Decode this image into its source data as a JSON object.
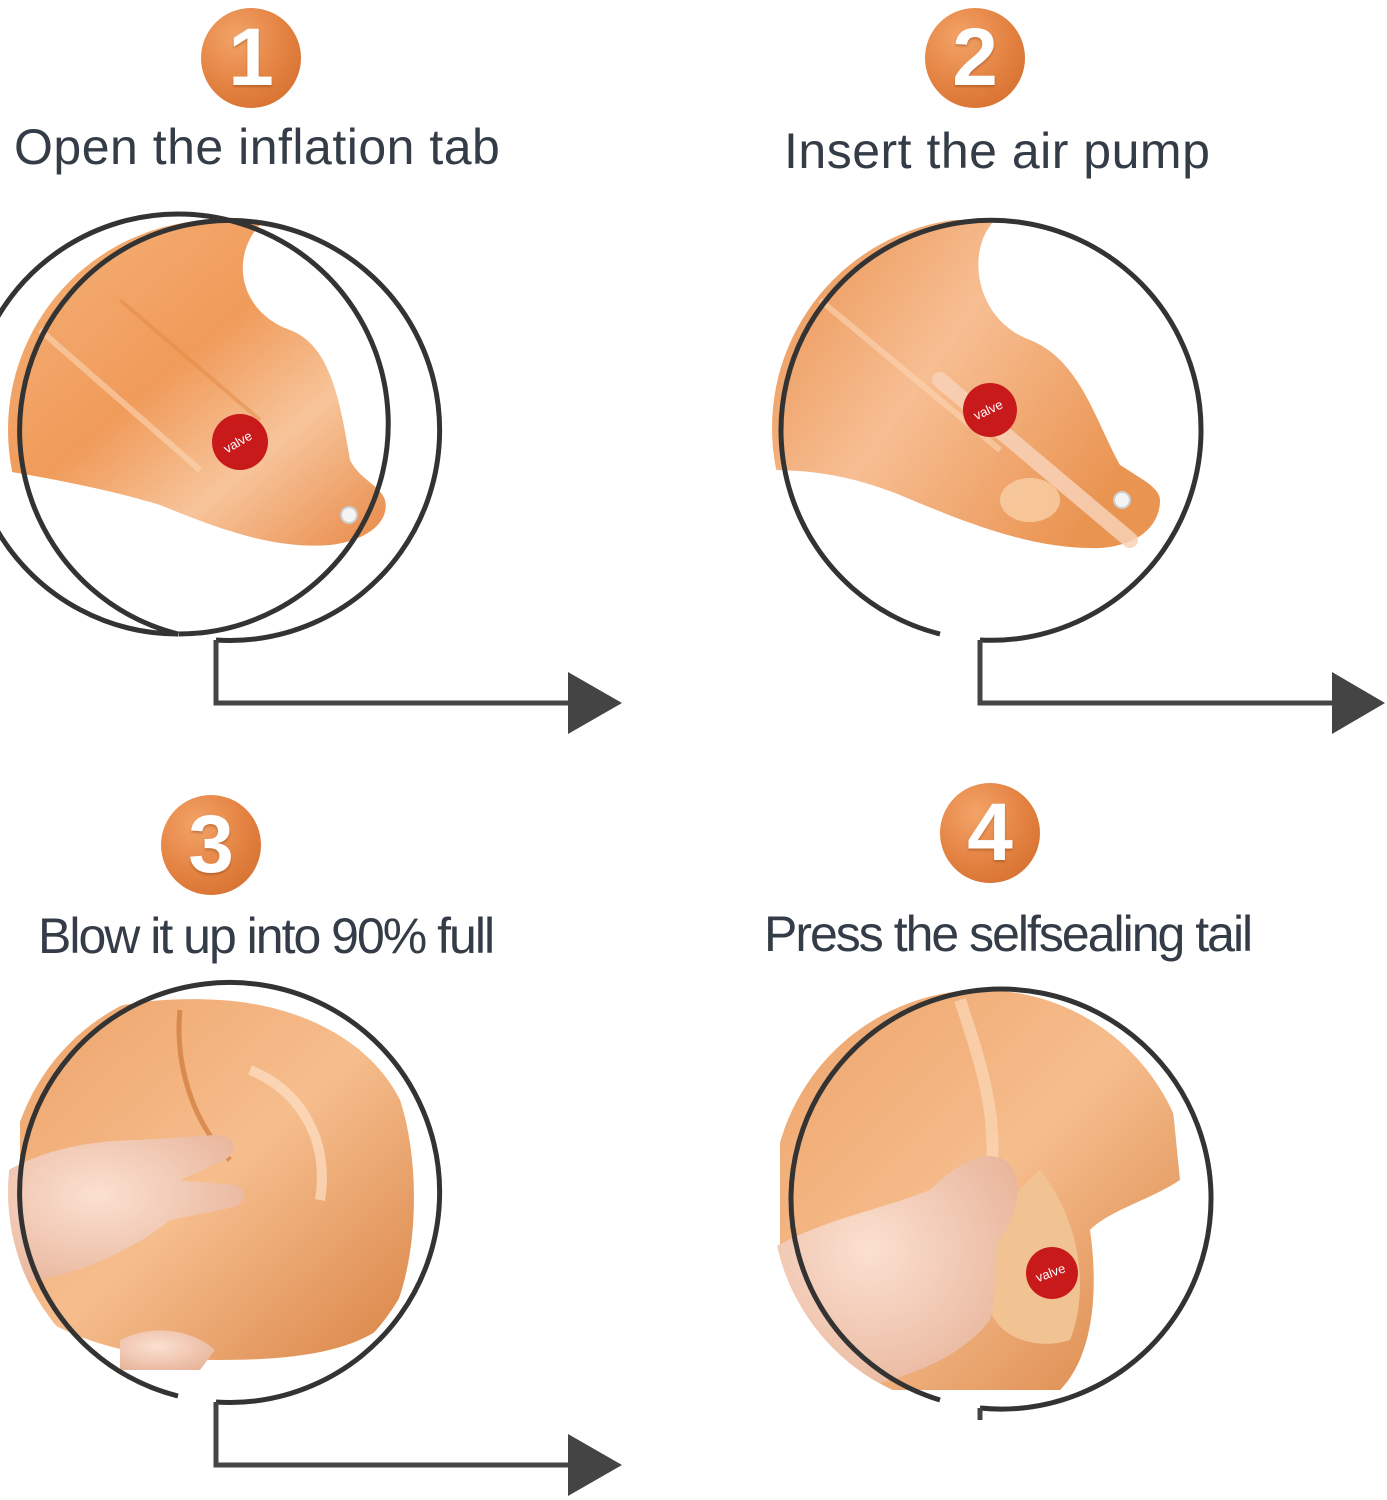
{
  "colors": {
    "badge": "#e2803f",
    "caption_text": "#333c47",
    "outline": "#333333",
    "foil": "#f0a466",
    "valve_sticker": "#c81a1a"
  },
  "steps": [
    {
      "number": "1",
      "caption": "Open the inflation tab",
      "sticker": "valve",
      "illustration": "foil-balloon-tab-icon"
    },
    {
      "number": "2",
      "caption": "Insert the air pump",
      "sticker": "valve",
      "illustration": "straw-inserted-icon"
    },
    {
      "number": "3",
      "caption": "Blow it up into 90% full",
      "illustration": "hand-pressing-balloon-icon"
    },
    {
      "number": "4",
      "caption": "Press the selfsealing tail",
      "sticker": "valve",
      "illustration": "fingers-sealing-tail-icon"
    }
  ]
}
